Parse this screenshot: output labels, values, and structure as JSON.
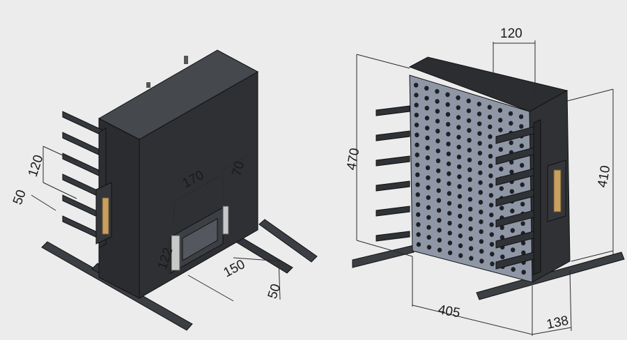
{
  "drawing": {
    "left_view": {
      "dimensions": {
        "d120": "120",
        "d50_left": "50",
        "d170": "170",
        "d70": "70",
        "d122": "122",
        "d150": "150",
        "d50_bottom": "50"
      }
    },
    "right_view": {
      "dimensions": {
        "d120_top": "120",
        "d470": "470",
        "d410": "410",
        "d405": "405",
        "d138": "138"
      }
    }
  },
  "colors": {
    "background": "#ececec",
    "body_dark": "#2b2d30",
    "body_top": "#45484d",
    "plate": "#8f97a6",
    "handle": "#c8a060",
    "frame": "#3a3c40"
  }
}
